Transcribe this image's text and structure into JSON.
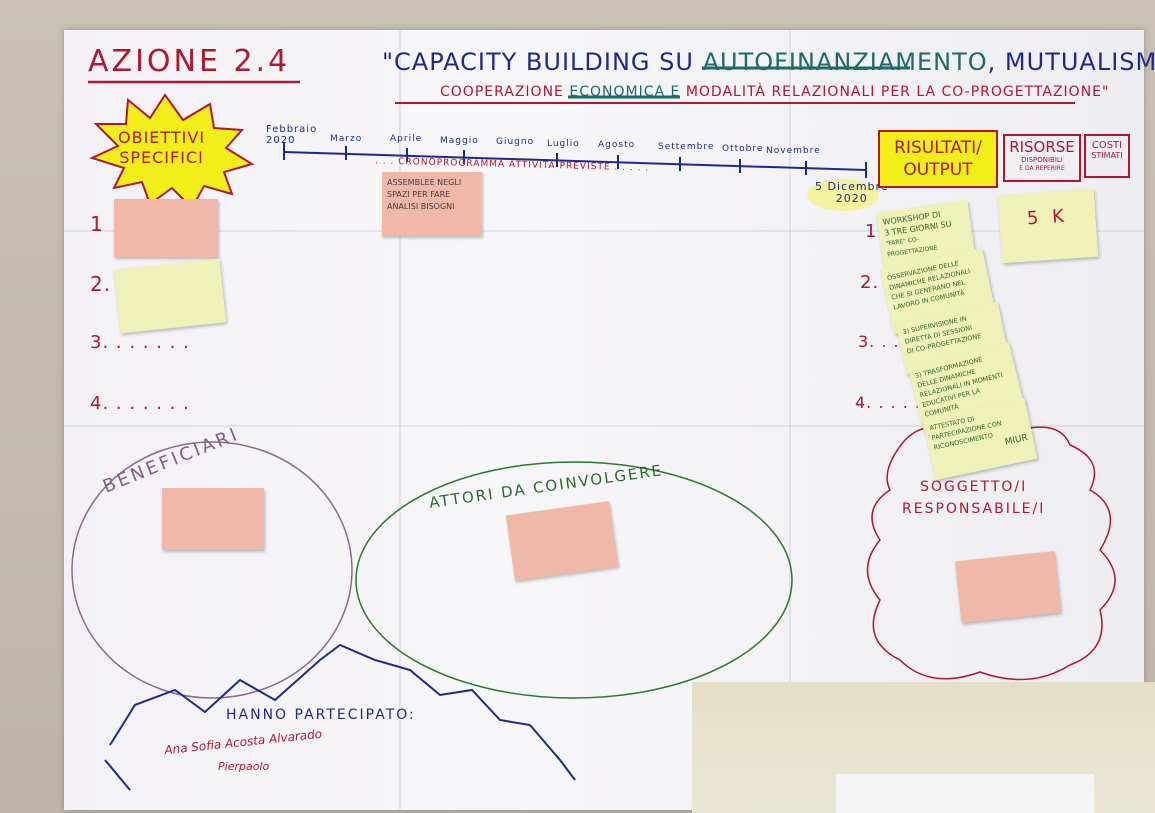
{
  "title": {
    "action": "AZIONE 2.4",
    "line1_prefix": "\"CAPACITY BUILDING SU",
    "line1_struck": "AUTOFINANZIAMENTO",
    "line1_suffix": ", MUTUALISMO,",
    "line2_prefix": "COOPERAZIONE",
    "line2_struck": "ECONOMICA E",
    "line2_suffix": "MODALITÀ RELAZIONALI PER LA CO-PROGETTAZIONE\""
  },
  "objectives": {
    "label_line1": "OBIETTIVI",
    "label_line2": "SPECIFICI",
    "numbers": [
      "1",
      "2.",
      "3. . . . . . .",
      "4. . . . . . ."
    ]
  },
  "timeline": {
    "months": [
      "Febbraio 2020",
      "Marzo",
      "Aprile",
      "Maggio",
      "Giugno",
      "Luglio",
      "Agosto",
      "Settembre",
      "Ottobre",
      "Novembre"
    ],
    "caption": ". . . CRONOPROGRAMMA ATTIVITÀ PREVISTE . . . . .",
    "end_line1": "5 Dicembre",
    "end_line2": "2020"
  },
  "headers": {
    "risultati_line1": "RISULTATI/",
    "risultati_line2": "OUTPUT",
    "risorse": "RISORSE",
    "risorse_sub1": "DISPONIBILI",
    "risorse_sub2": "E DA REPERIRE",
    "costi_line1": "COSTI",
    "costi_line2": "STIMATI"
  },
  "results": {
    "numbers": [
      "1",
      "2.",
      "3. . . . .",
      "4. . . . . . . ."
    ],
    "cost": "5 K"
  },
  "sections": {
    "beneficiari": "BENEFICIARI",
    "attori": "ATTORI DA COINVOLGERE",
    "soggetto_line1": "SOGGETTO/I",
    "soggetto_line2": "RESPONSABILE/I"
  },
  "notes": {
    "assemblee": [
      "ASSEMBLEE NEGLI",
      "SPAZI PER FARE",
      "ANALISI BISOGNI"
    ],
    "workshop": [
      "WORKSHOP DI",
      "3 TRE GIORNI SU",
      "\"FARE\" CO-PROGETTAZIONE"
    ],
    "osservazione": [
      "OSSERVAZIONE DELLE",
      "DINAMICHE RELAZIONALI",
      "CHE SI GENERANO NEL",
      "LAVORO IN COMUNITÀ"
    ],
    "supervisione": [
      "3) SUPERVISIONE IN",
      "DIRETTA DI SESSIONI",
      "DI CO-PROGETTAZIONE"
    ],
    "trasformazione": [
      "3) TRASFORMAZIONE",
      "DELLE DINAMICHE",
      "RELAZIONALI IN MOMENTI",
      "EDUCATIVI PER LA",
      "COMUNITÀ"
    ],
    "attestato": [
      "ATTESTATO DI",
      "PARTECIPAZIONE CON",
      "RICONOSCIMENTO",
      "MIUR"
    ]
  },
  "participation": {
    "heading": "HANNO PARTECIPATO:",
    "names_line1": "Ana Sofia Acosta Alvarado",
    "names_line2": "Pierpaolo"
  },
  "colors": {
    "red": "#b01830",
    "blue": "#1d2a8c",
    "green": "#2a6a2a",
    "purple": "#7a5a7a",
    "yellow": "#f2ee1a"
  }
}
